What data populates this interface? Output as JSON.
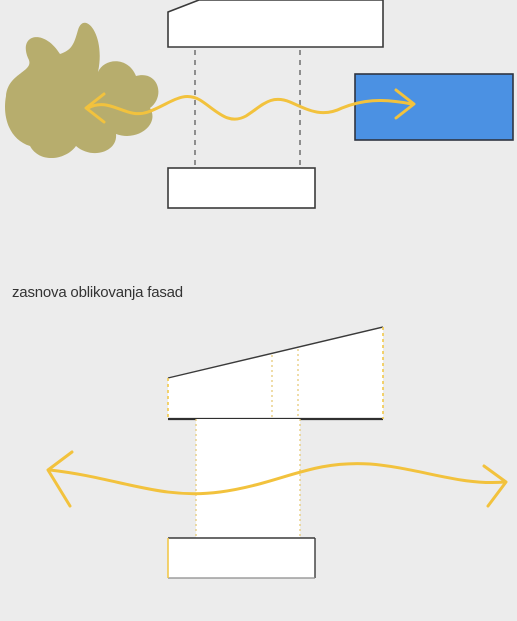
{
  "caption": "zasnova oblikovanja fasad",
  "colors": {
    "background": "#ececec",
    "block_fill": "#ffffff",
    "outline": "#3a3a3a",
    "dashed_line": "#777777",
    "arrow": "#f2c23d",
    "yellow_edge": "#f1c84b",
    "tree": "#b7ad6d",
    "blue_block": "#4b91e3",
    "blue_block_edge": "#2e3440"
  },
  "icons": [
    "tree-shape",
    "wavy-double-arrow",
    "horizontal-double-arrow"
  ]
}
